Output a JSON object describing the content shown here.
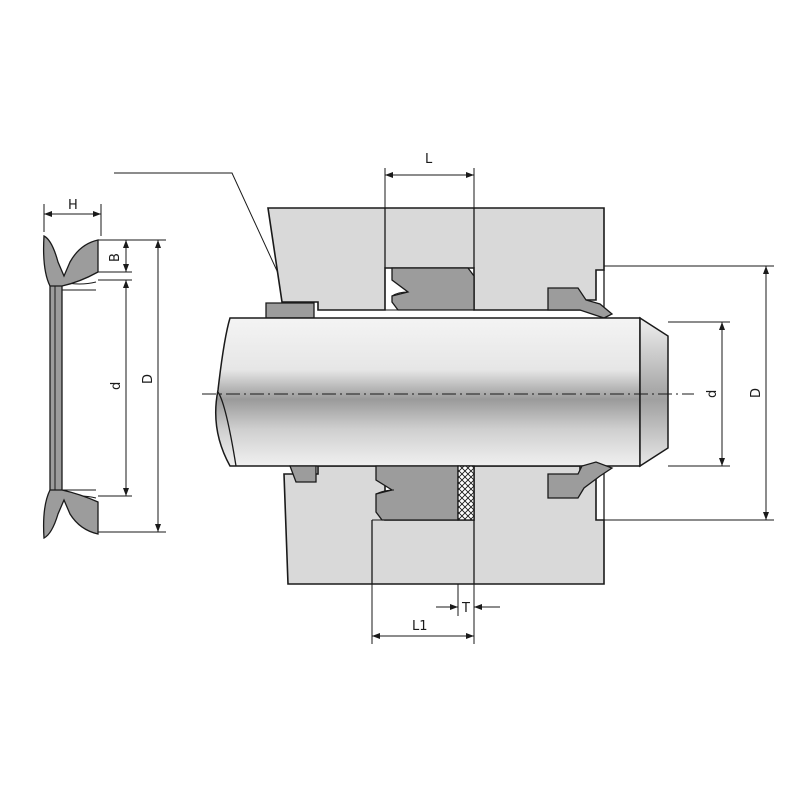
{
  "labels": {
    "seal_width": "H",
    "seal_step": "B",
    "seal_inner_diameter": "d",
    "seal_outer_diameter": "D",
    "groove_length": "L",
    "rod_diameter": "d",
    "bore_diameter": "D",
    "installation_length": "L1",
    "ring_thickness": "T"
  },
  "colors": {
    "housing": "#d9d9d9",
    "seal": "#9c9c9c",
    "outline": "#1a1a1a",
    "background": "#ffffff"
  }
}
